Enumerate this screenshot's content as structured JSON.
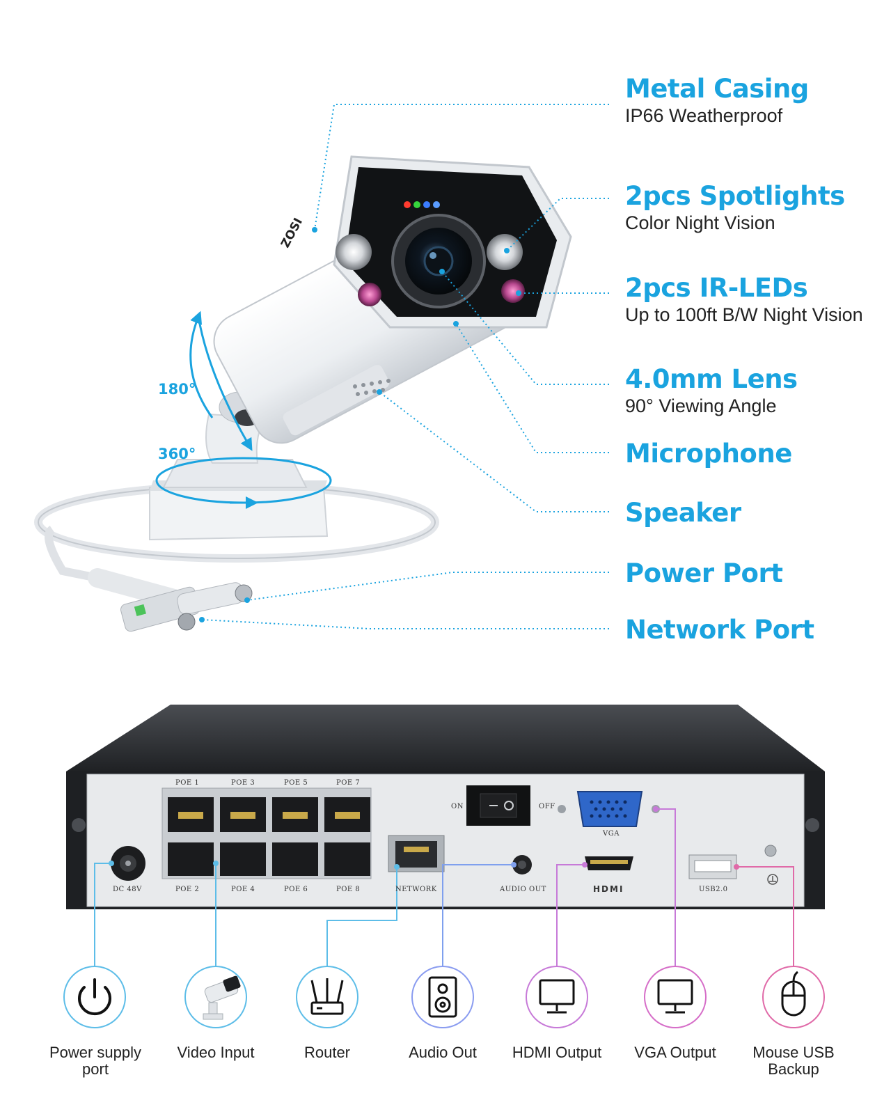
{
  "camera": {
    "brand": "ZOSI",
    "rotation_vertical": "180°",
    "rotation_horizontal": "360°"
  },
  "features": [
    {
      "title": "Metal Casing",
      "subtitle": "IP66 Weatherproof"
    },
    {
      "title": "2pcs Spotlights",
      "subtitle": "Color Night Vision"
    },
    {
      "title": "2pcs IR-LEDs",
      "subtitle": "Up to 100ft B/W Night Vision"
    },
    {
      "title": "4.0mm Lens",
      "subtitle": "90° Viewing Angle"
    },
    {
      "title": "Microphone",
      "subtitle": ""
    },
    {
      "title": "Speaker",
      "subtitle": ""
    },
    {
      "title": "Power Port",
      "subtitle": ""
    },
    {
      "title": "Network Port",
      "subtitle": ""
    }
  ],
  "nvr": {
    "poe_ports": [
      "POE 1",
      "POE 3",
      "POE 5",
      "POE 7",
      "POE 2",
      "POE 4",
      "POE 6",
      "POE 8"
    ],
    "dc_label": "DC 48V",
    "network_label": "NETWORK",
    "audio_label": "AUDIO OUT",
    "switch_on": "ON",
    "switch_off": "OFF",
    "vga_label": "VGA",
    "hdmi_label": "HDMI",
    "usb_label": "USB2.0"
  },
  "icons": [
    {
      "name": "power-icon",
      "label": "Power supply port",
      "color": "#1aa3df"
    },
    {
      "name": "camera-icon",
      "label": "Video Input",
      "color": "#1aa3df"
    },
    {
      "name": "router-icon",
      "label": "Router",
      "color": "#1aa3df"
    },
    {
      "name": "speaker-icon",
      "label": "Audio Out",
      "color": "#6b8ff0"
    },
    {
      "name": "monitor-icon",
      "label": "HDMI Output",
      "color": "#c05bd8"
    },
    {
      "name": "monitor-icon",
      "label": "VGA Output",
      "color": "#d85bc8"
    },
    {
      "name": "mouse-icon",
      "label": "Mouse USB Backup",
      "color": "#e0559f"
    }
  ]
}
